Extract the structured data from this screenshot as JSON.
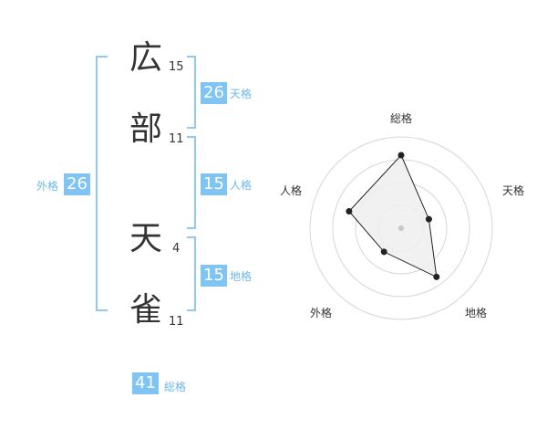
{
  "name": {
    "chars": [
      {
        "char": "広",
        "strokes": "15"
      },
      {
        "char": "部",
        "strokes": "11"
      },
      {
        "char": "天",
        "strokes": "4"
      },
      {
        "char": "雀",
        "strokes": "11"
      }
    ]
  },
  "fortune": {
    "tenkaku": {
      "label": "天格",
      "value": "26"
    },
    "jinkaku": {
      "label": "人格",
      "value": "15"
    },
    "chikaku": {
      "label": "地格",
      "value": "15"
    },
    "gaikaku": {
      "label": "外格",
      "value": "26"
    },
    "soukaku": {
      "label": "総格",
      "value": "41"
    }
  },
  "colors": {
    "accent": "#7fc4f2",
    "accent_text": "#6cb8ea",
    "bracket": "#8fcaf0",
    "radar_fill": "#eeeeee",
    "radar_ring": "#d6d6d6",
    "radar_line": "#222222"
  },
  "chart_data": {
    "type": "radar",
    "axes": [
      "総格",
      "天格",
      "地格",
      "外格",
      "人格"
    ],
    "scale_max": 5,
    "rings": 4,
    "values": [
      4.0,
      1.6,
      3.3,
      1.6,
      3.0
    ]
  }
}
